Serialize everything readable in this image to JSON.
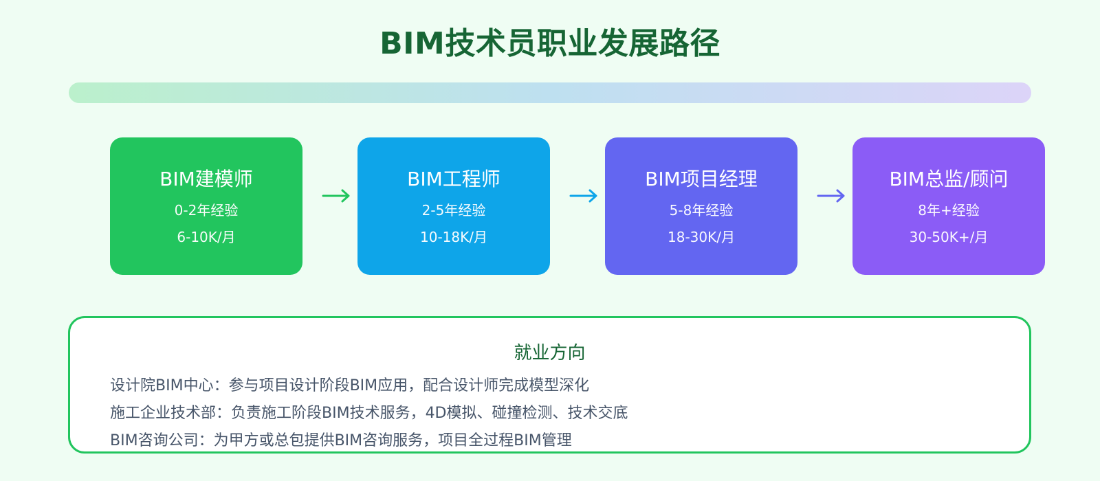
{
  "title": "BIM技术员职业发展路径",
  "colors": {
    "title": "#166534",
    "background": "#effdf3",
    "stage_1": "#22c55e",
    "stage_2": "#0ea5e9",
    "stage_3": "#6366f1",
    "stage_4": "#8b5cf6",
    "panel_border": "#22c55e",
    "panel_text": "#475569"
  },
  "stages": [
    {
      "title": "BIM建模师",
      "experience": "0-2年经验",
      "salary": "6-10K/月"
    },
    {
      "title": "BIM工程师",
      "experience": "2-5年经验",
      "salary": "10-18K/月"
    },
    {
      "title": "BIM项目经理",
      "experience": "5-8年经验",
      "salary": "18-30K/月"
    },
    {
      "title": "BIM总监/顾问",
      "experience": "8年+经验",
      "salary": "30-50K+/月"
    }
  ],
  "arrows": [
    "arrow-right-icon",
    "arrow-right-icon",
    "arrow-right-icon"
  ],
  "employment": {
    "title": "就业方向",
    "items": [
      "设计院BIM中心：参与项目设计阶段BIM应用，配合设计师完成模型深化",
      "施工企业技术部：负责施工阶段BIM技术服务，4D模拟、碰撞检测、技术交底",
      "BIM咨询公司：为甲方或总包提供BIM咨询服务，项目全过程BIM管理"
    ]
  }
}
